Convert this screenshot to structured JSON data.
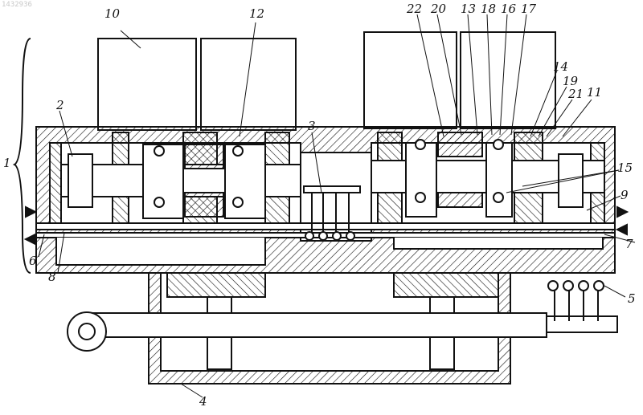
{
  "watermark": "1432936",
  "labels": {
    "l1": "1",
    "l2": "2",
    "l3": "3",
    "l4": "4",
    "l5": "5",
    "l6": "6",
    "l7": "7",
    "l8": "8",
    "l9": "9",
    "l10": "10",
    "l11": "11",
    "l12": "12",
    "l13": "13",
    "l14": "14",
    "l15": "15",
    "l16": "16",
    "l17": "17",
    "l18": "18",
    "l19": "19",
    "l20": "20",
    "l21": "21",
    "l22": "22"
  },
  "colors": {
    "ink": "#111111",
    "paper": "#ffffff"
  }
}
